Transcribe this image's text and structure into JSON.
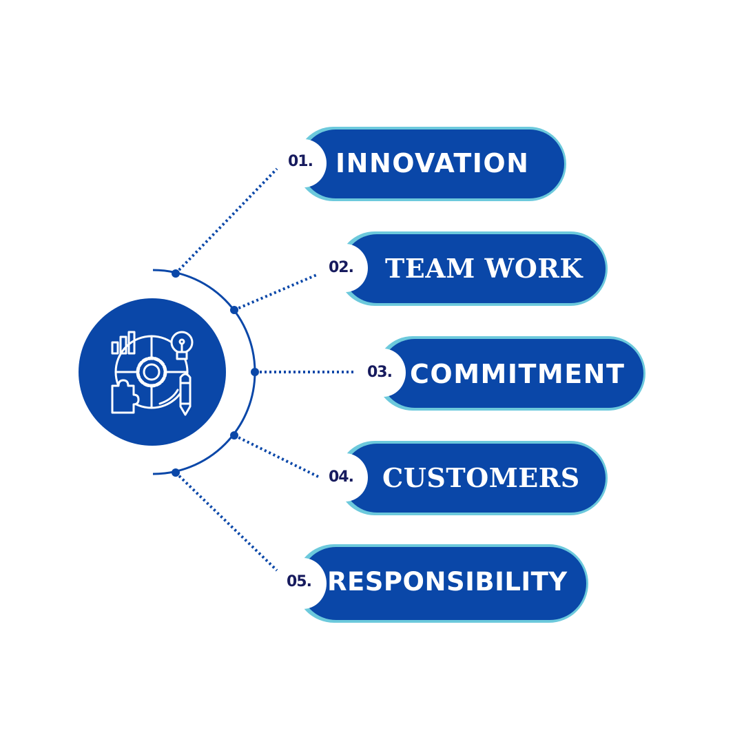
{
  "diagram": {
    "title": "",
    "center_icon": "innovation-strategy-icon",
    "colors": {
      "primary_blue": "#0a47a8",
      "accent_cyan": "#6cc9dc",
      "number_navy": "#171b5e",
      "background": "#ffffff"
    },
    "items": [
      {
        "number": "01.",
        "label": "INNOVATION"
      },
      {
        "number": "02.",
        "label": "TEAM WORK"
      },
      {
        "number": "03.",
        "label": "COMMITMENT"
      },
      {
        "number": "04.",
        "label": "CUSTOMERS"
      },
      {
        "number": "05.",
        "label": "RESPONSIBILITY"
      }
    ]
  }
}
